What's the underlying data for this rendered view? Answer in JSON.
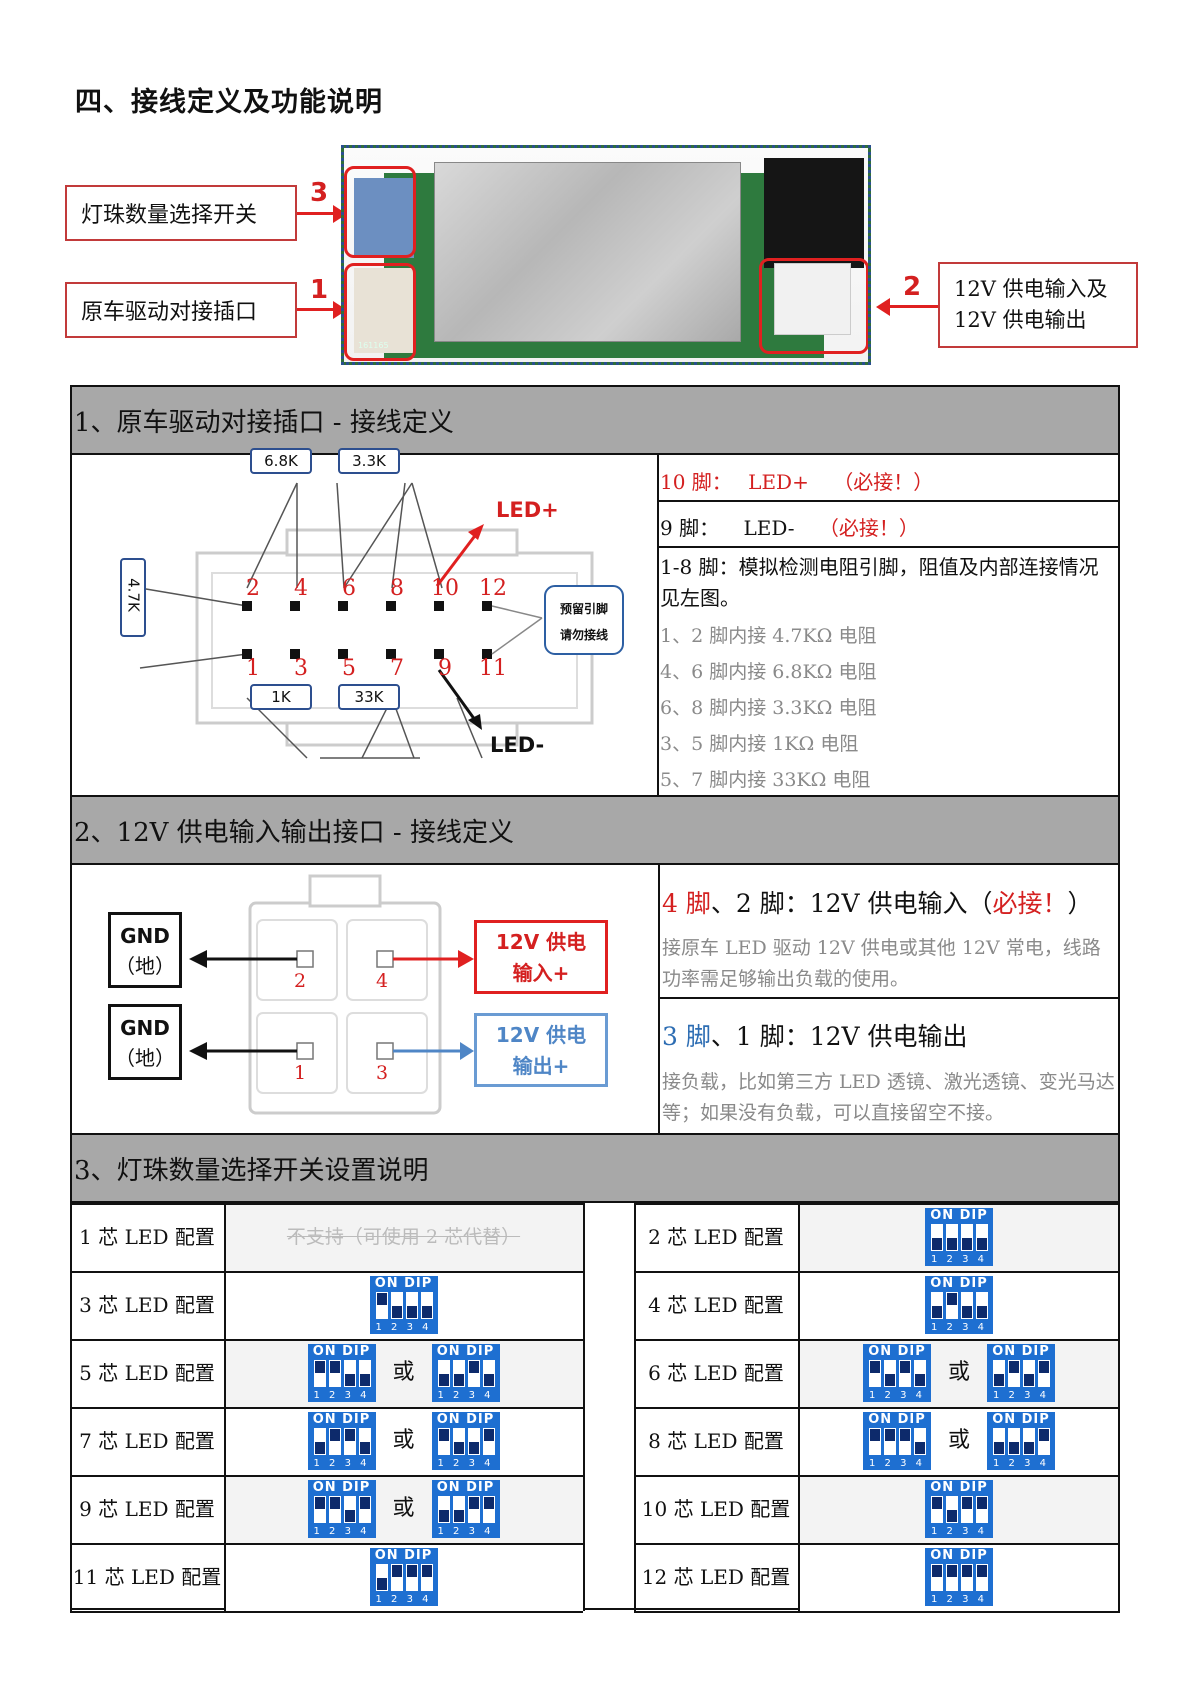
{
  "title": "四、接线定义及功能说明",
  "callouts": {
    "c3_label": "灯珠数量选择开关",
    "c3_num": "3",
    "c1_label": "原车驱动对接插口",
    "c1_num": "1",
    "c2_line1": "12V 供电输入及",
    "c2_line2": "12V 供电输出",
    "c2_num": "2"
  },
  "photo": {
    "pcb_text": "161165"
  },
  "section1": {
    "header": "1、原车驱动对接插口 - 接线定义",
    "diagram": {
      "res_top_left": "6.8K",
      "res_top_right": "3.3K",
      "res_side": "4.7K",
      "res_bottom_left": "1K",
      "res_bottom_right": "33K",
      "top_pins": [
        "2",
        "4",
        "6",
        "8",
        "10",
        "12"
      ],
      "bottom_pins": [
        "1",
        "3",
        "5",
        "7",
        "9",
        "11"
      ],
      "led_plus": "LED+",
      "led_minus": "LED-",
      "reserve_line1": "预留引脚",
      "reserve_line2": "请勿接线"
    },
    "pin10_a": "10 脚：",
    "pin10_b": "LED+",
    "pin10_c": "（必接！）",
    "pin9_a": "9 脚：",
    "pin9_b": "LED-",
    "pin9_c": "（必接！）",
    "desc": "1-8 脚：模拟检测电阻引脚，阻值及内部连接情况见左图。",
    "details": [
      "1、2 脚内接 4.7KΩ 电阻",
      "4、6 脚内接 6.8KΩ 电阻",
      "6、8 脚内接 3.3KΩ 电阻",
      "3、5 脚内接 1KΩ 电阻",
      "5、7 脚内接 33KΩ 电阻"
    ]
  },
  "section2": {
    "header": "2、12V 供电输入输出接口 - 接线定义",
    "diagram": {
      "gnd_top_1": "GND",
      "gnd_top_2": "（地）",
      "gnd_bot_1": "GND",
      "gnd_bot_2": "（地）",
      "pin_labels": [
        "2",
        "4",
        "1",
        "3"
      ],
      "in_line1": "12V 供电",
      "in_line2": "输入+",
      "out_line1": "12V 供电",
      "out_line2": "输出+"
    },
    "input_title_pins": "4 脚",
    "input_title_mid": "、2 脚：12V 供电输入（",
    "input_title_req": "必接！",
    "input_title_end": "）",
    "input_desc": "接原车 LED 驱动 12V 供电或其他 12V 常电，线路功率需足够输出负载的使用。",
    "output_title_pins": "3 脚",
    "output_title_rest": "、1 脚：12V 供电输出",
    "output_desc": "接负载，比如第三方 LED 透镜、激光透镜、变光马达等；如果没有负载，可以直接留空不接。"
  },
  "section3": {
    "header": "3、灯珠数量选择开关设置说明",
    "or_text": "或",
    "dip_on": "ON DIP",
    "dip_nums": "1 2 3 4",
    "unsupported": "不支持（可使用 2 芯代替）",
    "rows_left": [
      "1 芯 LED 配置",
      "3 芯 LED 配置",
      "5 芯 LED 配置",
      "7 芯 LED 配置",
      "9 芯 LED 配置",
      "11 芯 LED 配置"
    ],
    "rows_right": [
      "2 芯 LED 配置",
      "4 芯 LED 配置",
      "6 芯 LED 配置",
      "8 芯 LED 配置",
      "10 芯 LED 配置",
      "12 芯 LED 配置"
    ],
    "switch_states": {
      "2": [
        [
          0,
          0,
          0,
          0
        ]
      ],
      "3": [
        [
          1,
          0,
          0,
          0
        ]
      ],
      "4": [
        [
          0,
          1,
          0,
          0
        ]
      ],
      "5": [
        [
          1,
          1,
          0,
          0
        ],
        [
          0,
          0,
          1,
          0
        ]
      ],
      "6": [
        [
          1,
          0,
          1,
          0
        ],
        [
          0,
          1,
          0,
          1
        ]
      ],
      "7": [
        [
          0,
          1,
          1,
          0
        ],
        [
          1,
          0,
          0,
          1
        ]
      ],
      "8": [
        [
          1,
          1,
          1,
          0
        ],
        [
          0,
          0,
          0,
          1
        ]
      ],
      "9": [
        [
          1,
          1,
          0,
          1
        ],
        [
          0,
          0,
          1,
          1
        ]
      ],
      "10": [
        [
          1,
          0,
          1,
          1
        ]
      ],
      "11": [
        [
          0,
          1,
          1,
          1
        ]
      ],
      "12": [
        [
          1,
          1,
          1,
          1
        ]
      ]
    }
  }
}
